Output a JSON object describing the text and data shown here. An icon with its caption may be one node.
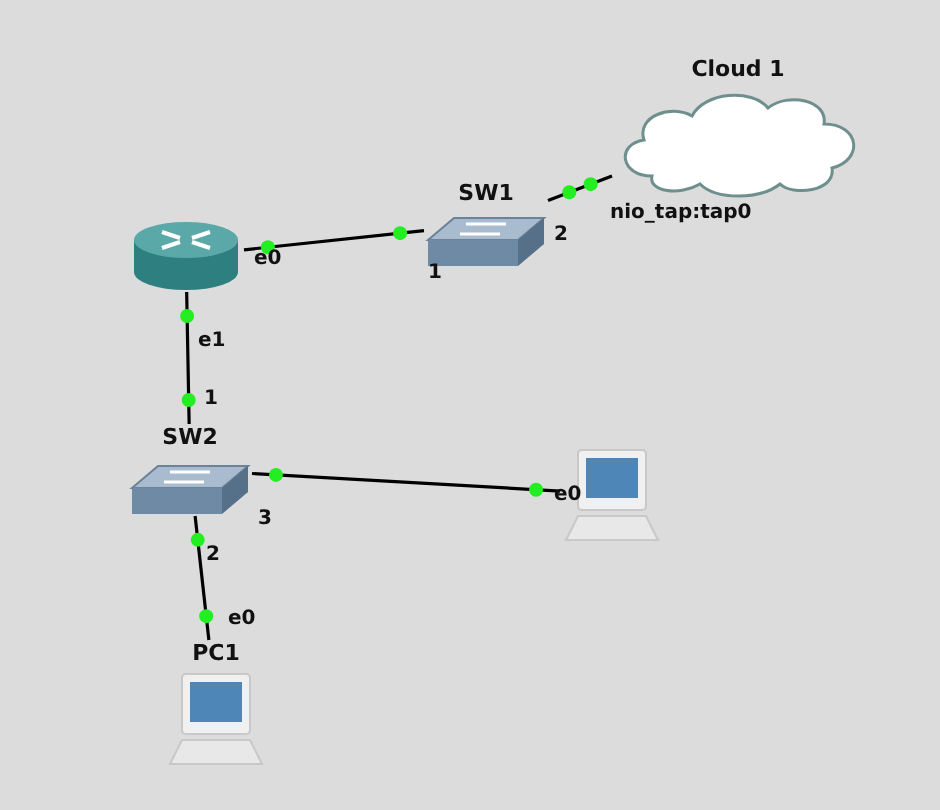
{
  "diagram": {
    "nodes": [
      {
        "text": [
          "Cloud 1"
        ]
      },
      {
        "text": [],
        "shape": "cylinder"
      },
      {
        "text": [
          "SW1"
        ]
      },
      {
        "text": [
          "SW2"
        ]
      },
      {
        "text": [],
        "shape": "monitor"
      },
      {
        "text": [
          "PC1"
        ]
      }
    ],
    "edges": [
      {
        "from": 1,
        "to": 2,
        "arrow": "none"
      },
      {
        "from": 2,
        "to": 0,
        "arrow": "none"
      },
      {
        "from": 1,
        "to": 3,
        "arrow": "none"
      },
      {
        "from": 3,
        "to": 4,
        "arrow": "none"
      },
      {
        "from": 3,
        "to": 5,
        "arrow": "none"
      }
    ],
    "labels": [
      "e0",
      "1",
      "2",
      "nio_tap:tap0",
      "e1",
      "1",
      "3",
      "e0",
      "2",
      "e0"
    ]
  }
}
